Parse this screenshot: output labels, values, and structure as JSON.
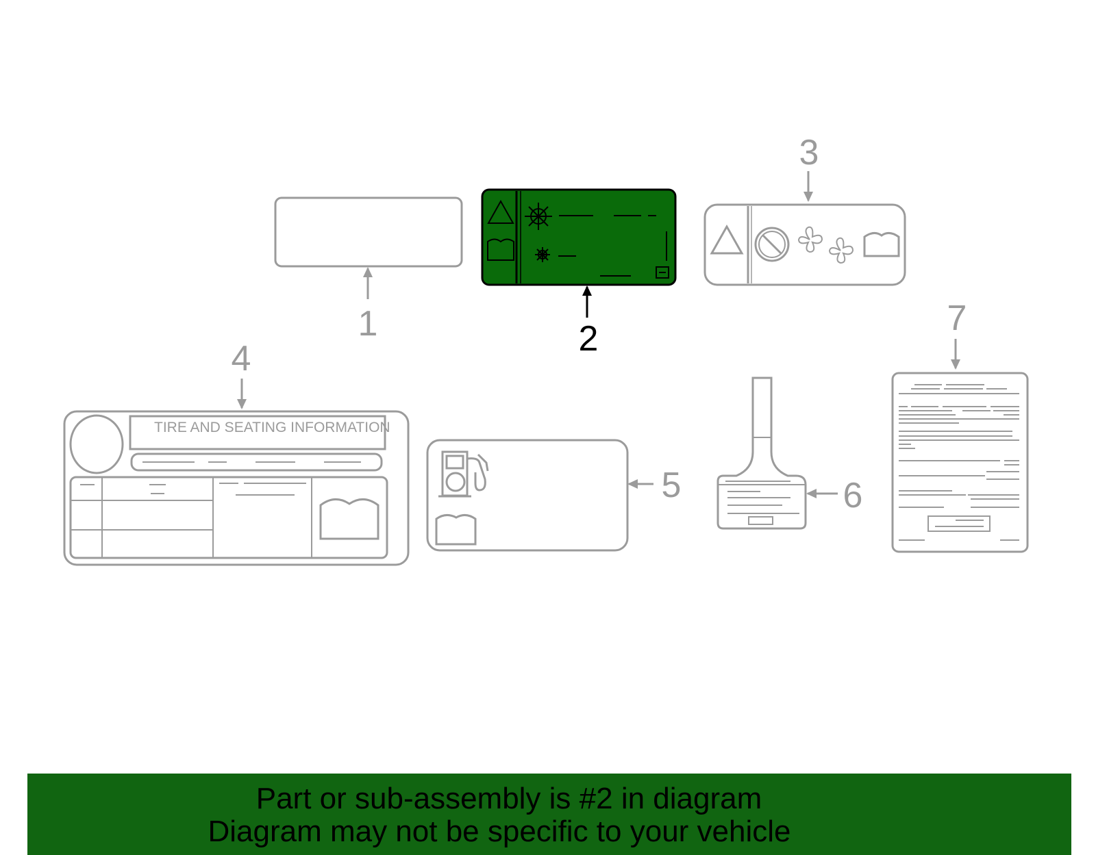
{
  "diagram": {
    "callouts": {
      "c1": "1",
      "c2": "2",
      "c3": "3",
      "c4": "4",
      "c5": "5",
      "c6": "6",
      "c7": "7"
    },
    "label4_title": "TIRE AND SEATING INFORMATION",
    "highlighted_part": "2"
  },
  "banner": {
    "line1": "Part or sub-assembly is #2 in diagram",
    "line2": "Diagram may not be specific to your vehicle"
  },
  "colors": {
    "outline": "#9b9b9b",
    "highlight_fill": "#0a6b0a",
    "highlight_stroke": "#000000",
    "banner_bg": "#116511",
    "banner_text": "#000000"
  },
  "icons": [
    "warning-triangle-icon",
    "manual-book-icon",
    "snowflake-icon",
    "sun-icon",
    "no-symbol-icon",
    "fan-icon",
    "fuel-pump-icon"
  ]
}
